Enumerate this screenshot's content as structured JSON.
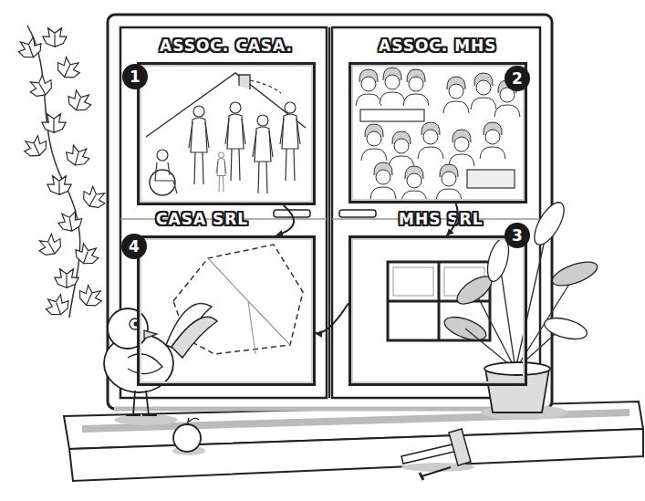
{
  "diagram": {
    "nodes": [
      {
        "text": [
          "ASSOC. CASA."
        ]
      },
      {
        "text": [
          "ASSOC. MHS"
        ]
      },
      {
        "text": [
          "CASA SRL"
        ]
      },
      {
        "text": [
          "MHS SRL"
        ]
      }
    ],
    "edges": [
      {
        "from": 0,
        "to": 2,
        "arrow": "to"
      },
      {
        "from": 1,
        "to": 3,
        "arrow": "to"
      },
      {
        "from": 3,
        "to": 2,
        "arrow": "to"
      }
    ],
    "labels": [
      "1",
      "2",
      "3",
      "4"
    ]
  }
}
